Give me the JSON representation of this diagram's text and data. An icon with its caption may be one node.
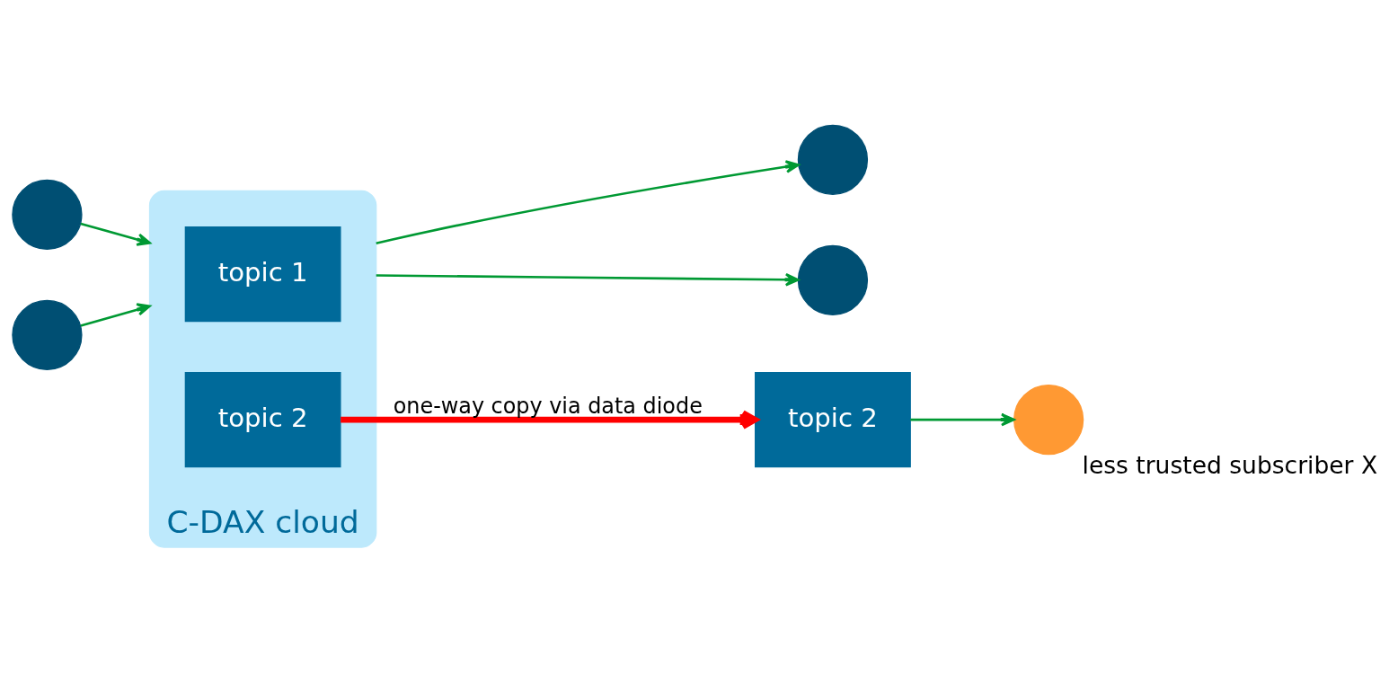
{
  "diagram": {
    "nodes": [
      {
        "text": [
          "topic 2"
        ]
      },
      {
        "text": [],
        "shape": "circle",
        "beside": [
          "less trusted subscriber X"
        ]
      },
      {
        "text": [],
        "shape": "circle"
      },
      {
        "text": [
          "C-DAX cloud"
        ]
      },
      {
        "text": [
          "topic 1"
        ],
        "in": 3
      },
      {
        "text": [
          "topic 2"
        ],
        "in": 3
      },
      {
        "text": [],
        "shape": "circle"
      },
      {
        "text": [],
        "shape": "circle"
      },
      {
        "text": [],
        "shape": "circle"
      }
    ],
    "edges": [
      {
        "from": 0,
        "to": 1,
        "arrow": "to"
      },
      {
        "from": 5,
        "to": 0,
        "arrow": "to",
        "label": "one-way copy via data diode",
        "style": "thick",
        "color": "#ff0000"
      },
      {
        "from": 2,
        "to": 3,
        "arrow": "to"
      },
      {
        "from": 7,
        "to": 3,
        "arrow": "to"
      },
      {
        "from": 3,
        "to": 6,
        "arrow": "to"
      },
      {
        "from": 3,
        "to": 8,
        "arrow": "to"
      }
    ]
  }
}
